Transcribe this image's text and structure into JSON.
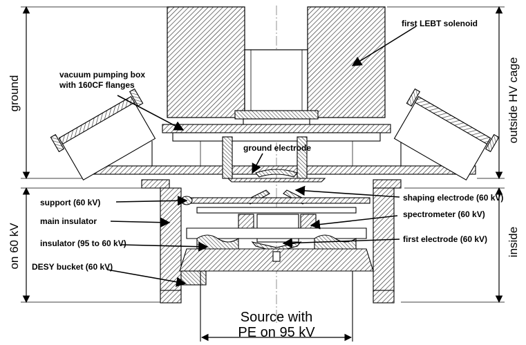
{
  "labels": {
    "first_lebt_solenoid": "first LEBT solenoid",
    "vacuum_box_line1": "vacuum pumping box",
    "vacuum_box_line2": "with 160CF flanges",
    "ground_electrode": "ground electrode",
    "shaping_electrode": "shaping electrode (60 kV)",
    "support": "support (60 kV)",
    "main_insulator": "main insulator",
    "spectrometer": "spectrometer (60 kV)",
    "insulator": "insulator (95 to 60 kV)",
    "first_electrode": "first electrode (60 kV)",
    "desy_bucket": "DESY bucket (60 kV)",
    "source_line1": "Source with",
    "source_line2": "PE on 95 kV"
  },
  "side_labels": {
    "ground": "ground",
    "on_60kv": "on 60 kV",
    "outside_hv_cage": "outside HV cage",
    "inside": "inside"
  },
  "colors": {
    "line": "#000000",
    "hatch": "#3a3a3a",
    "background": "#ffffff"
  }
}
